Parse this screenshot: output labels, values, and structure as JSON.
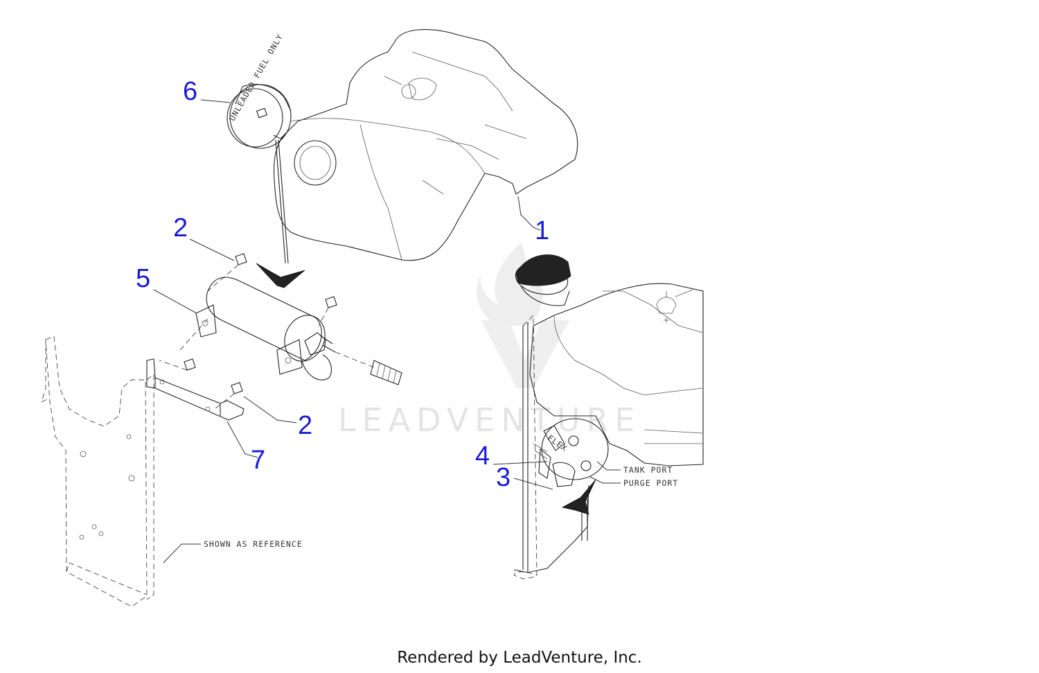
{
  "diagram": {
    "callouts": [
      "6",
      "2",
      "5",
      "1",
      "2",
      "7",
      "4",
      "3"
    ],
    "notes": {
      "shown_as_reference": "SHOWN AS REFERENCE",
      "tank_port": "TANK PORT",
      "purge_port": "PURGE PORT",
      "cap_text": "UNLEADED FUEL ONLY",
      "canister_text": "FLEX"
    },
    "watermark": "LEADVENTURE"
  },
  "footer": {
    "text": "Rendered by LeadVenture, Inc."
  },
  "colors": {
    "callout": "#1a1ad6",
    "line": "#222222",
    "watermark": "#e4e4e4"
  }
}
